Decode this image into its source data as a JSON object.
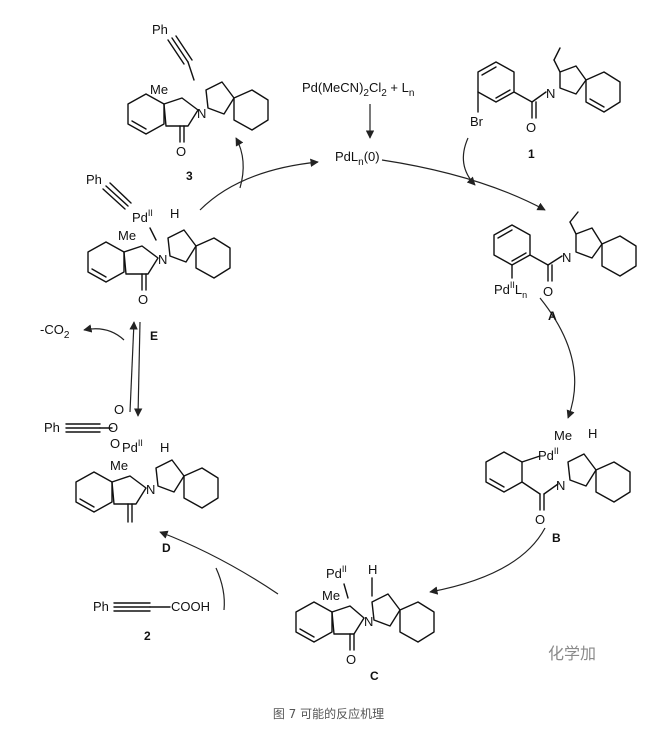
{
  "start_reagent": {
    "pd": "Pd(MeCN)",
    "pd_sub1": "2",
    "cl": "Cl",
    "cl_sub": "2",
    "plus_l": " + L",
    "l_sub": "n"
  },
  "catalyst": {
    "pd": "PdL",
    "sub": "n",
    "ox": "(0)"
  },
  "compounds": {
    "c1": {
      "label": "1",
      "atoms": {
        "br": "Br",
        "o": "O",
        "n": "N"
      }
    },
    "cA": {
      "label": "A",
      "metal": "Pd",
      "metal_ox": "II",
      "ligand": "L",
      "ligand_sub": "n",
      "atoms": {
        "o": "O",
        "n": "N"
      }
    },
    "cB": {
      "label": "B",
      "metal": "Pd",
      "metal_ox": "II",
      "me": "Me",
      "h": "H",
      "atoms": {
        "o": "O",
        "n": "N"
      }
    },
    "cC": {
      "label": "C",
      "metal": "Pd",
      "metal_ox": "II",
      "me": "Me",
      "h": "H",
      "atoms": {
        "o": "O",
        "n": "N"
      }
    },
    "cD": {
      "label": "D",
      "ph": "Ph",
      "metal": "Pd",
      "metal_ox": "II",
      "me": "Me",
      "h": "H",
      "atoms": {
        "o1": "O",
        "o2": "O",
        "o3": "O",
        "n": "N"
      }
    },
    "cE": {
      "label": "E",
      "ph": "Ph",
      "metal": "Pd",
      "metal_ox": "II",
      "me": "Me",
      "h": "H",
      "atoms": {
        "o": "O",
        "n": "N"
      }
    },
    "c3": {
      "label": "3",
      "ph": "Ph",
      "me": "Me",
      "atoms": {
        "o": "O",
        "n": "N"
      }
    },
    "c2": {
      "label": "2",
      "ph": "Ph",
      "acid": "COOH"
    }
  },
  "co2_loss": {
    "prefix": "-CO",
    "sub": "2"
  },
  "caption": "图 7 可能的反应机理",
  "watermark": "化学加"
}
